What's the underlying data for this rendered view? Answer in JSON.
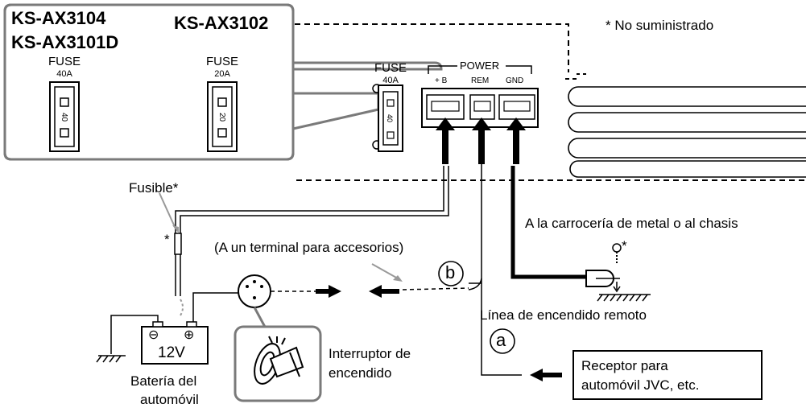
{
  "models": {
    "a1": "KS-AX3104",
    "a2": "KS-AX3101D",
    "b": "KS-AX3102"
  },
  "fuses": {
    "left": {
      "label": "FUSE",
      "amps": "40A",
      "value": "40"
    },
    "right": {
      "label": "FUSE",
      "amps": "20A",
      "value": "20"
    },
    "unit": {
      "label": "FUSE",
      "amps": "40A",
      "value": "40"
    }
  },
  "power": {
    "title": "POWER",
    "terminals": [
      "+ B",
      "REM",
      "GND"
    ]
  },
  "notes": {
    "not_supplied": "* No suministrado",
    "star": "*"
  },
  "labels": {
    "fusible": "Fusible*",
    "accessory": "(A un terminal para accesorios)",
    "chassis": "A la carrocería de metal o al chasis",
    "remote": "Línea de encendido remoto",
    "ignition_1": "Interruptor de",
    "ignition_2": "encendido",
    "battery_voltage": "12V",
    "battery_1": "Batería del",
    "battery_2": "automóvil",
    "receiver_1": "Receptor para",
    "receiver_2": "automóvil JVC, etc.",
    "mark_a": "a",
    "mark_b": "b",
    "minus": "⊖",
    "plus": "⊕"
  },
  "colors": {
    "panel_border": "#7a7a7a",
    "wire": "#000000"
  }
}
